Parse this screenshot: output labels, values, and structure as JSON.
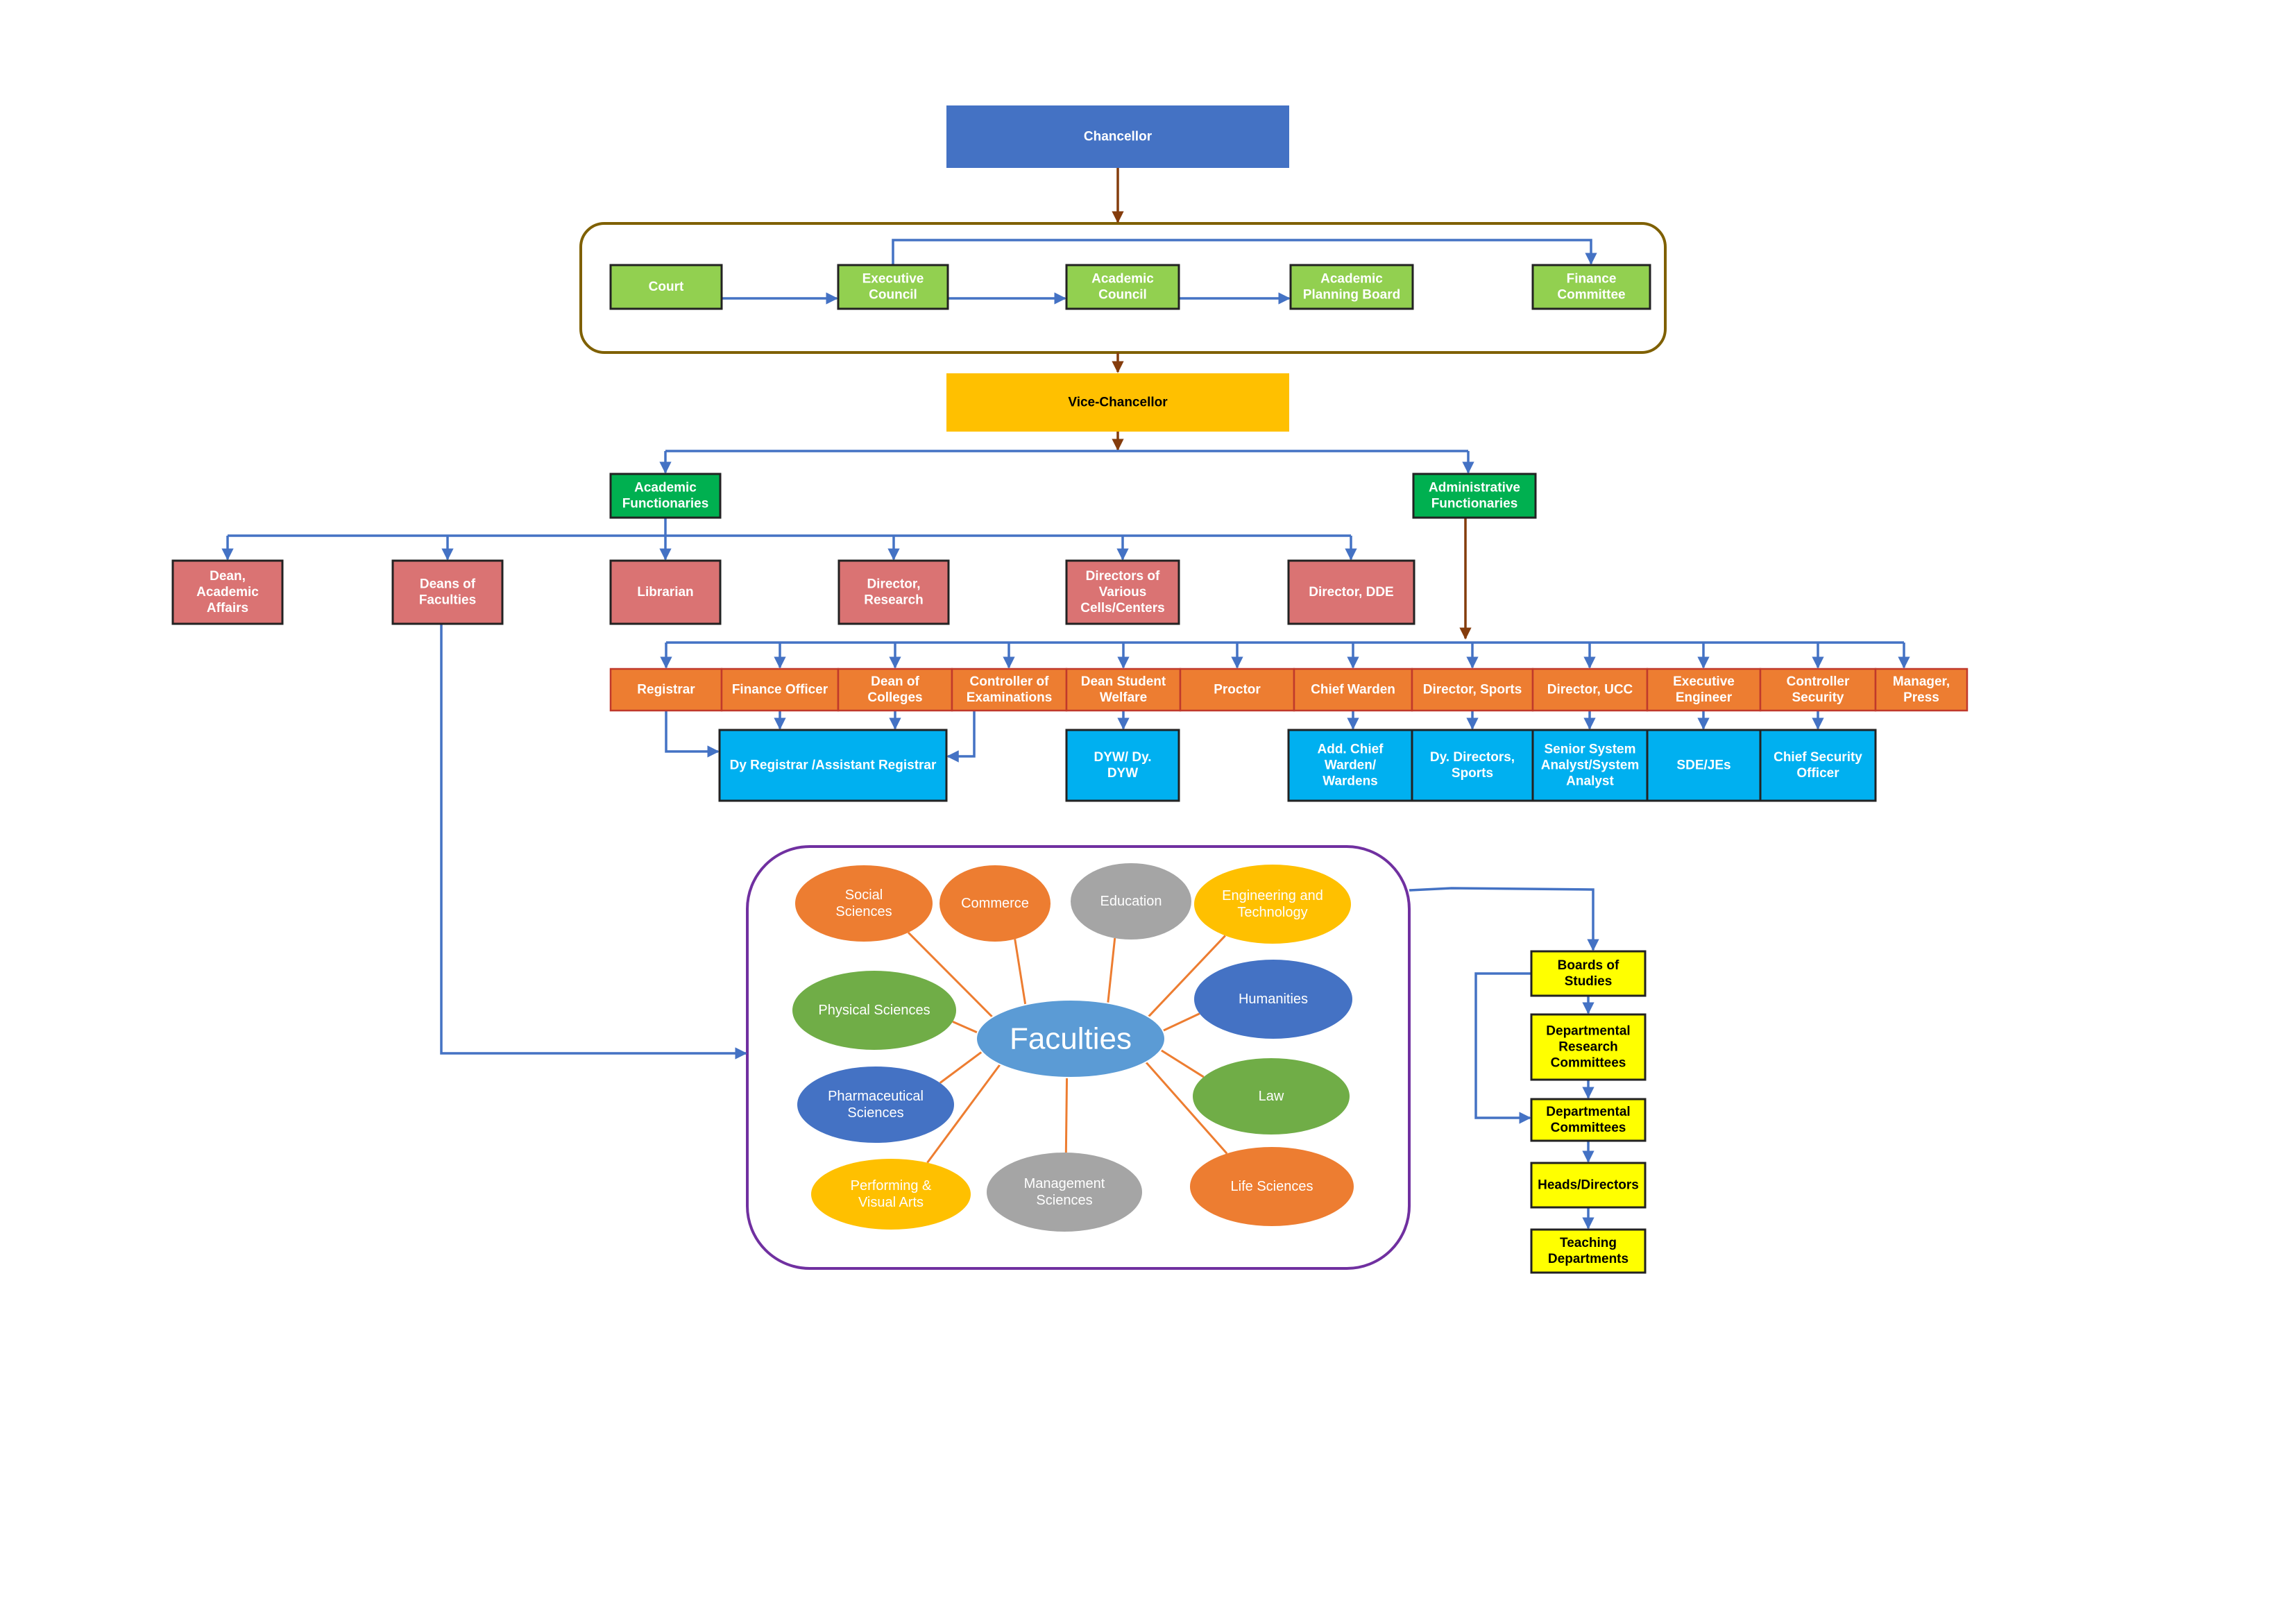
{
  "colors": {
    "chancellor": "#4472C4",
    "council_green": "#92D050",
    "vc_gold": "#FFC000",
    "functionaries_green": "#00B050",
    "academic_red": "#DA7373",
    "admin_orange": "#ED7D31",
    "deputy_blue": "#00B0F0",
    "board_yellow": "#FFFF00",
    "connector_blue": "#4472C4",
    "connector_brown": "#843C0C",
    "council_frame": "#7F6000",
    "faculties_frame": "#7030A0",
    "spoke_orange": "#ED7D31",
    "faculties_center": "#5B9BD5"
  },
  "top": {
    "chancellor": "Chancellor",
    "vice_chancellor": "Vice-Chancellor"
  },
  "councils": [
    {
      "id": "court",
      "lines": [
        "Court"
      ]
    },
    {
      "id": "executive-council",
      "lines": [
        "Executive",
        "Council"
      ]
    },
    {
      "id": "academic-council",
      "lines": [
        "Academic",
        "Council"
      ]
    },
    {
      "id": "academic-planning-board",
      "lines": [
        "Academic",
        "Planning Board"
      ]
    },
    {
      "id": "finance-committee",
      "lines": [
        "Finance",
        "Committee"
      ]
    }
  ],
  "functionaries": {
    "academic": [
      "Academic",
      "Functionaries"
    ],
    "administrative": [
      "Administrative",
      "Functionaries"
    ]
  },
  "academic_heads": [
    {
      "id": "dean-academic-affairs",
      "lines": [
        "Dean,",
        "Academic",
        "Affairs"
      ]
    },
    {
      "id": "deans-of-faculties",
      "lines": [
        "Deans of",
        "Faculties"
      ]
    },
    {
      "id": "librarian",
      "lines": [
        "Librarian"
      ]
    },
    {
      "id": "director-research",
      "lines": [
        "Director,",
        "Research"
      ]
    },
    {
      "id": "directors-various-cells",
      "lines": [
        "Directors of",
        "Various",
        "Cells/Centers"
      ]
    },
    {
      "id": "director-dde",
      "lines": [
        "Director, DDE"
      ]
    }
  ],
  "admin_heads": [
    {
      "id": "registrar",
      "lines": [
        "Registrar"
      ]
    },
    {
      "id": "finance-officer",
      "lines": [
        "Finance Officer"
      ]
    },
    {
      "id": "dean-of-colleges",
      "lines": [
        "Dean of",
        "Colleges"
      ]
    },
    {
      "id": "controller-of-examinations",
      "lines": [
        "Controller of",
        "Examinations"
      ]
    },
    {
      "id": "dean-student-welfare",
      "lines": [
        "Dean Student",
        "Welfare"
      ]
    },
    {
      "id": "proctor",
      "lines": [
        "Proctor"
      ]
    },
    {
      "id": "chief-warden",
      "lines": [
        "Chief Warden"
      ]
    },
    {
      "id": "director-sports",
      "lines": [
        "Director, Sports"
      ]
    },
    {
      "id": "director-ucc",
      "lines": [
        "Director, UCC"
      ]
    },
    {
      "id": "executive-engineer",
      "lines": [
        "Executive",
        "Engineer"
      ]
    },
    {
      "id": "controller-security",
      "lines": [
        "Controller",
        "Security"
      ]
    },
    {
      "id": "manager-press",
      "lines": [
        "Manager,",
        "Press"
      ]
    }
  ],
  "deputies": [
    {
      "id": "dy-registrar",
      "lines": [
        "Dy Registrar /Assistant Registrar"
      ]
    },
    {
      "id": "dyw",
      "lines": [
        "DYW/           Dy.",
        "DYW"
      ]
    },
    {
      "id": "add-chief-warden",
      "lines": [
        "Add. Chief",
        "Warden/",
        "Wardens"
      ]
    },
    {
      "id": "dy-directors-sports",
      "lines": [
        "Dy. Directors,",
        "Sports"
      ]
    },
    {
      "id": "senior-system-analyst",
      "lines": [
        "Senior System",
        "Analyst/System",
        "Analyst"
      ]
    },
    {
      "id": "sde-jes",
      "lines": [
        "SDE/JEs"
      ]
    },
    {
      "id": "chief-security-officer",
      "lines": [
        "Chief Security",
        "Officer"
      ]
    }
  ],
  "faculties": {
    "center": "Faculties",
    "items": [
      {
        "id": "social-sciences",
        "lines": [
          "Social",
          "Sciences"
        ],
        "color": "#ED7D31"
      },
      {
        "id": "commerce",
        "lines": [
          "Commerce"
        ],
        "color": "#ED7D31"
      },
      {
        "id": "education",
        "lines": [
          "Education"
        ],
        "color": "#A5A5A5"
      },
      {
        "id": "engineering-technology",
        "lines": [
          "Engineering and",
          "Technology"
        ],
        "color": "#FFC000"
      },
      {
        "id": "physical-sciences",
        "lines": [
          "Physical Sciences"
        ],
        "color": "#70AD47"
      },
      {
        "id": "humanities",
        "lines": [
          "Humanities"
        ],
        "color": "#4472C4"
      },
      {
        "id": "pharmaceutical-sciences",
        "lines": [
          "Pharmaceutical",
          "Sciences"
        ],
        "color": "#4472C4"
      },
      {
        "id": "law",
        "lines": [
          "Law"
        ],
        "color": "#70AD47"
      },
      {
        "id": "performing-visual-arts",
        "lines": [
          "Performing &",
          "Visual Arts"
        ],
        "color": "#FFC000"
      },
      {
        "id": "management-sciences",
        "lines": [
          "Management",
          "Sciences"
        ],
        "color": "#A5A5A5"
      },
      {
        "id": "life-sciences",
        "lines": [
          "Life Sciences"
        ],
        "color": "#ED7D31"
      }
    ]
  },
  "departments": [
    {
      "id": "boards-of-studies",
      "lines": [
        "Boards of",
        "Studies"
      ]
    },
    {
      "id": "departmental-research-committees",
      "lines": [
        "Departmental",
        "Research",
        "Committees"
      ]
    },
    {
      "id": "departmental-committees",
      "lines": [
        "Departmental",
        "Committees"
      ]
    },
    {
      "id": "heads-directors",
      "lines": [
        "Heads/Directors"
      ]
    },
    {
      "id": "teaching-departments",
      "lines": [
        "Teaching",
        "Departments"
      ]
    }
  ]
}
